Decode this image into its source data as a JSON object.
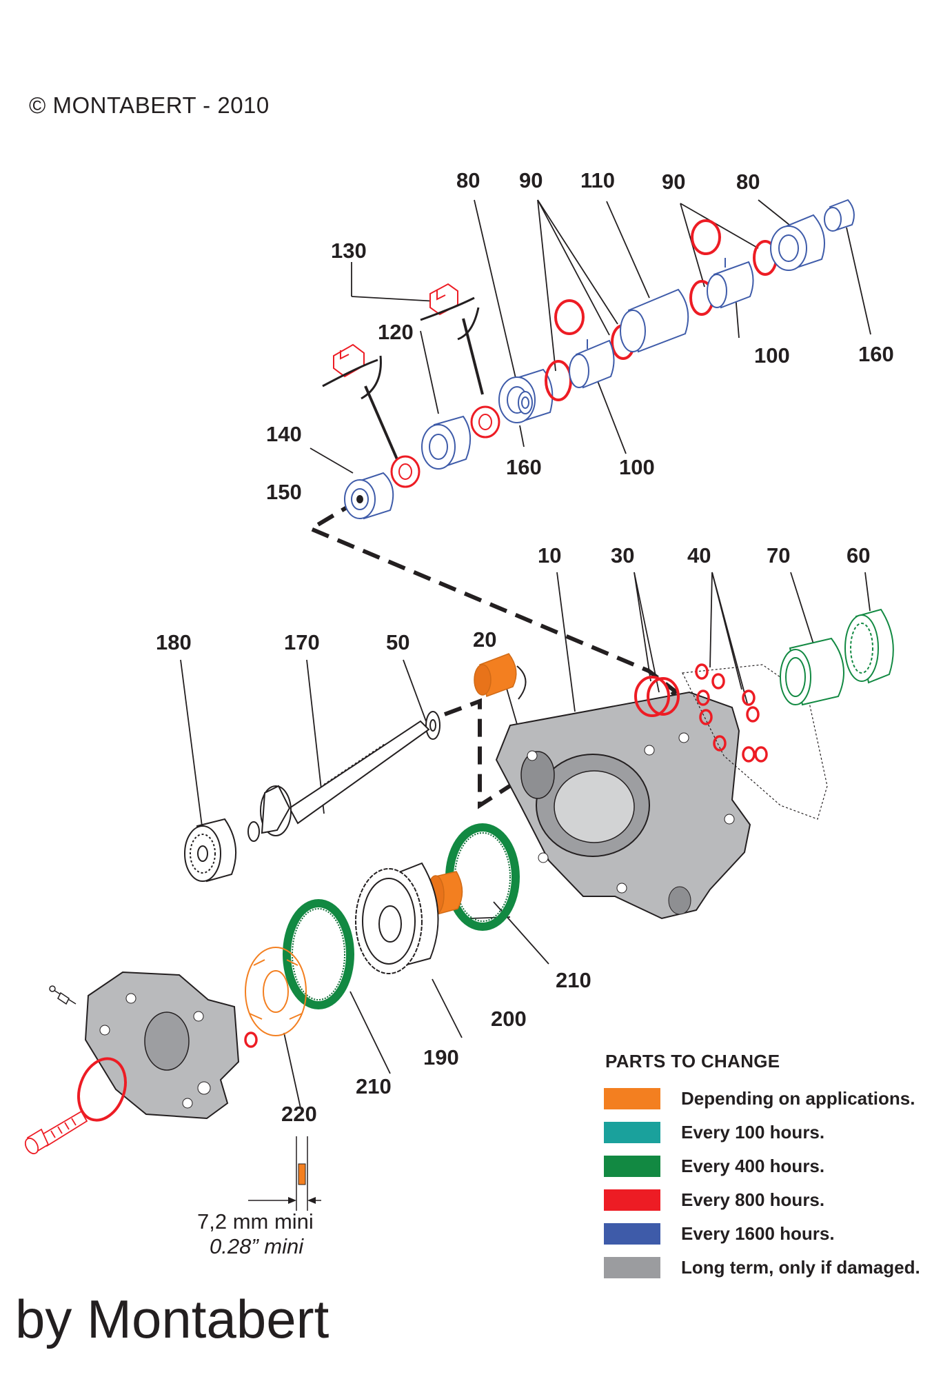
{
  "copyright": "© MONTABERT - 2010",
  "byline": "by Montabert",
  "callouts": {
    "c10": "10",
    "c20": "20",
    "c30": "30",
    "c40": "40",
    "c50": "50",
    "c60": "60",
    "c70": "70",
    "c80a": "80",
    "c80b": "80",
    "c90a": "90",
    "c90b": "90",
    "c100a": "100",
    "c100b": "100",
    "c110": "110",
    "c120": "120",
    "c130": "130",
    "c140": "140",
    "c150": "150",
    "c160a": "160",
    "c160b": "160",
    "c170": "170",
    "c180": "180",
    "c190": "190",
    "c200": "200",
    "c210a": "210",
    "c210b": "210",
    "c220": "220"
  },
  "dimension": {
    "metric": "7,2 mm mini",
    "imperial": "0.28” mini"
  },
  "legend": {
    "title": "PARTS TO CHANGE",
    "items": [
      {
        "label": "Depending on applications.",
        "color": "#f37f20"
      },
      {
        "label": "Every 100 hours.",
        "color": "#1aa19c"
      },
      {
        "label": "Every 400 hours.",
        "color": "#128942"
      },
      {
        "label": "Every 800 hours.",
        "color": "#ed1c24"
      },
      {
        "label": "Every 1600 hours.",
        "color": "#3e5ba9"
      },
      {
        "label": "Long term, only if damaged.",
        "color": "#9b9c9f"
      }
    ]
  },
  "colors": {
    "red": "#ed1c24",
    "blue": "#3e5ba9",
    "green": "#128942",
    "orange": "#f37f20",
    "gray": "#b9babc",
    "ink": "#231f20"
  }
}
